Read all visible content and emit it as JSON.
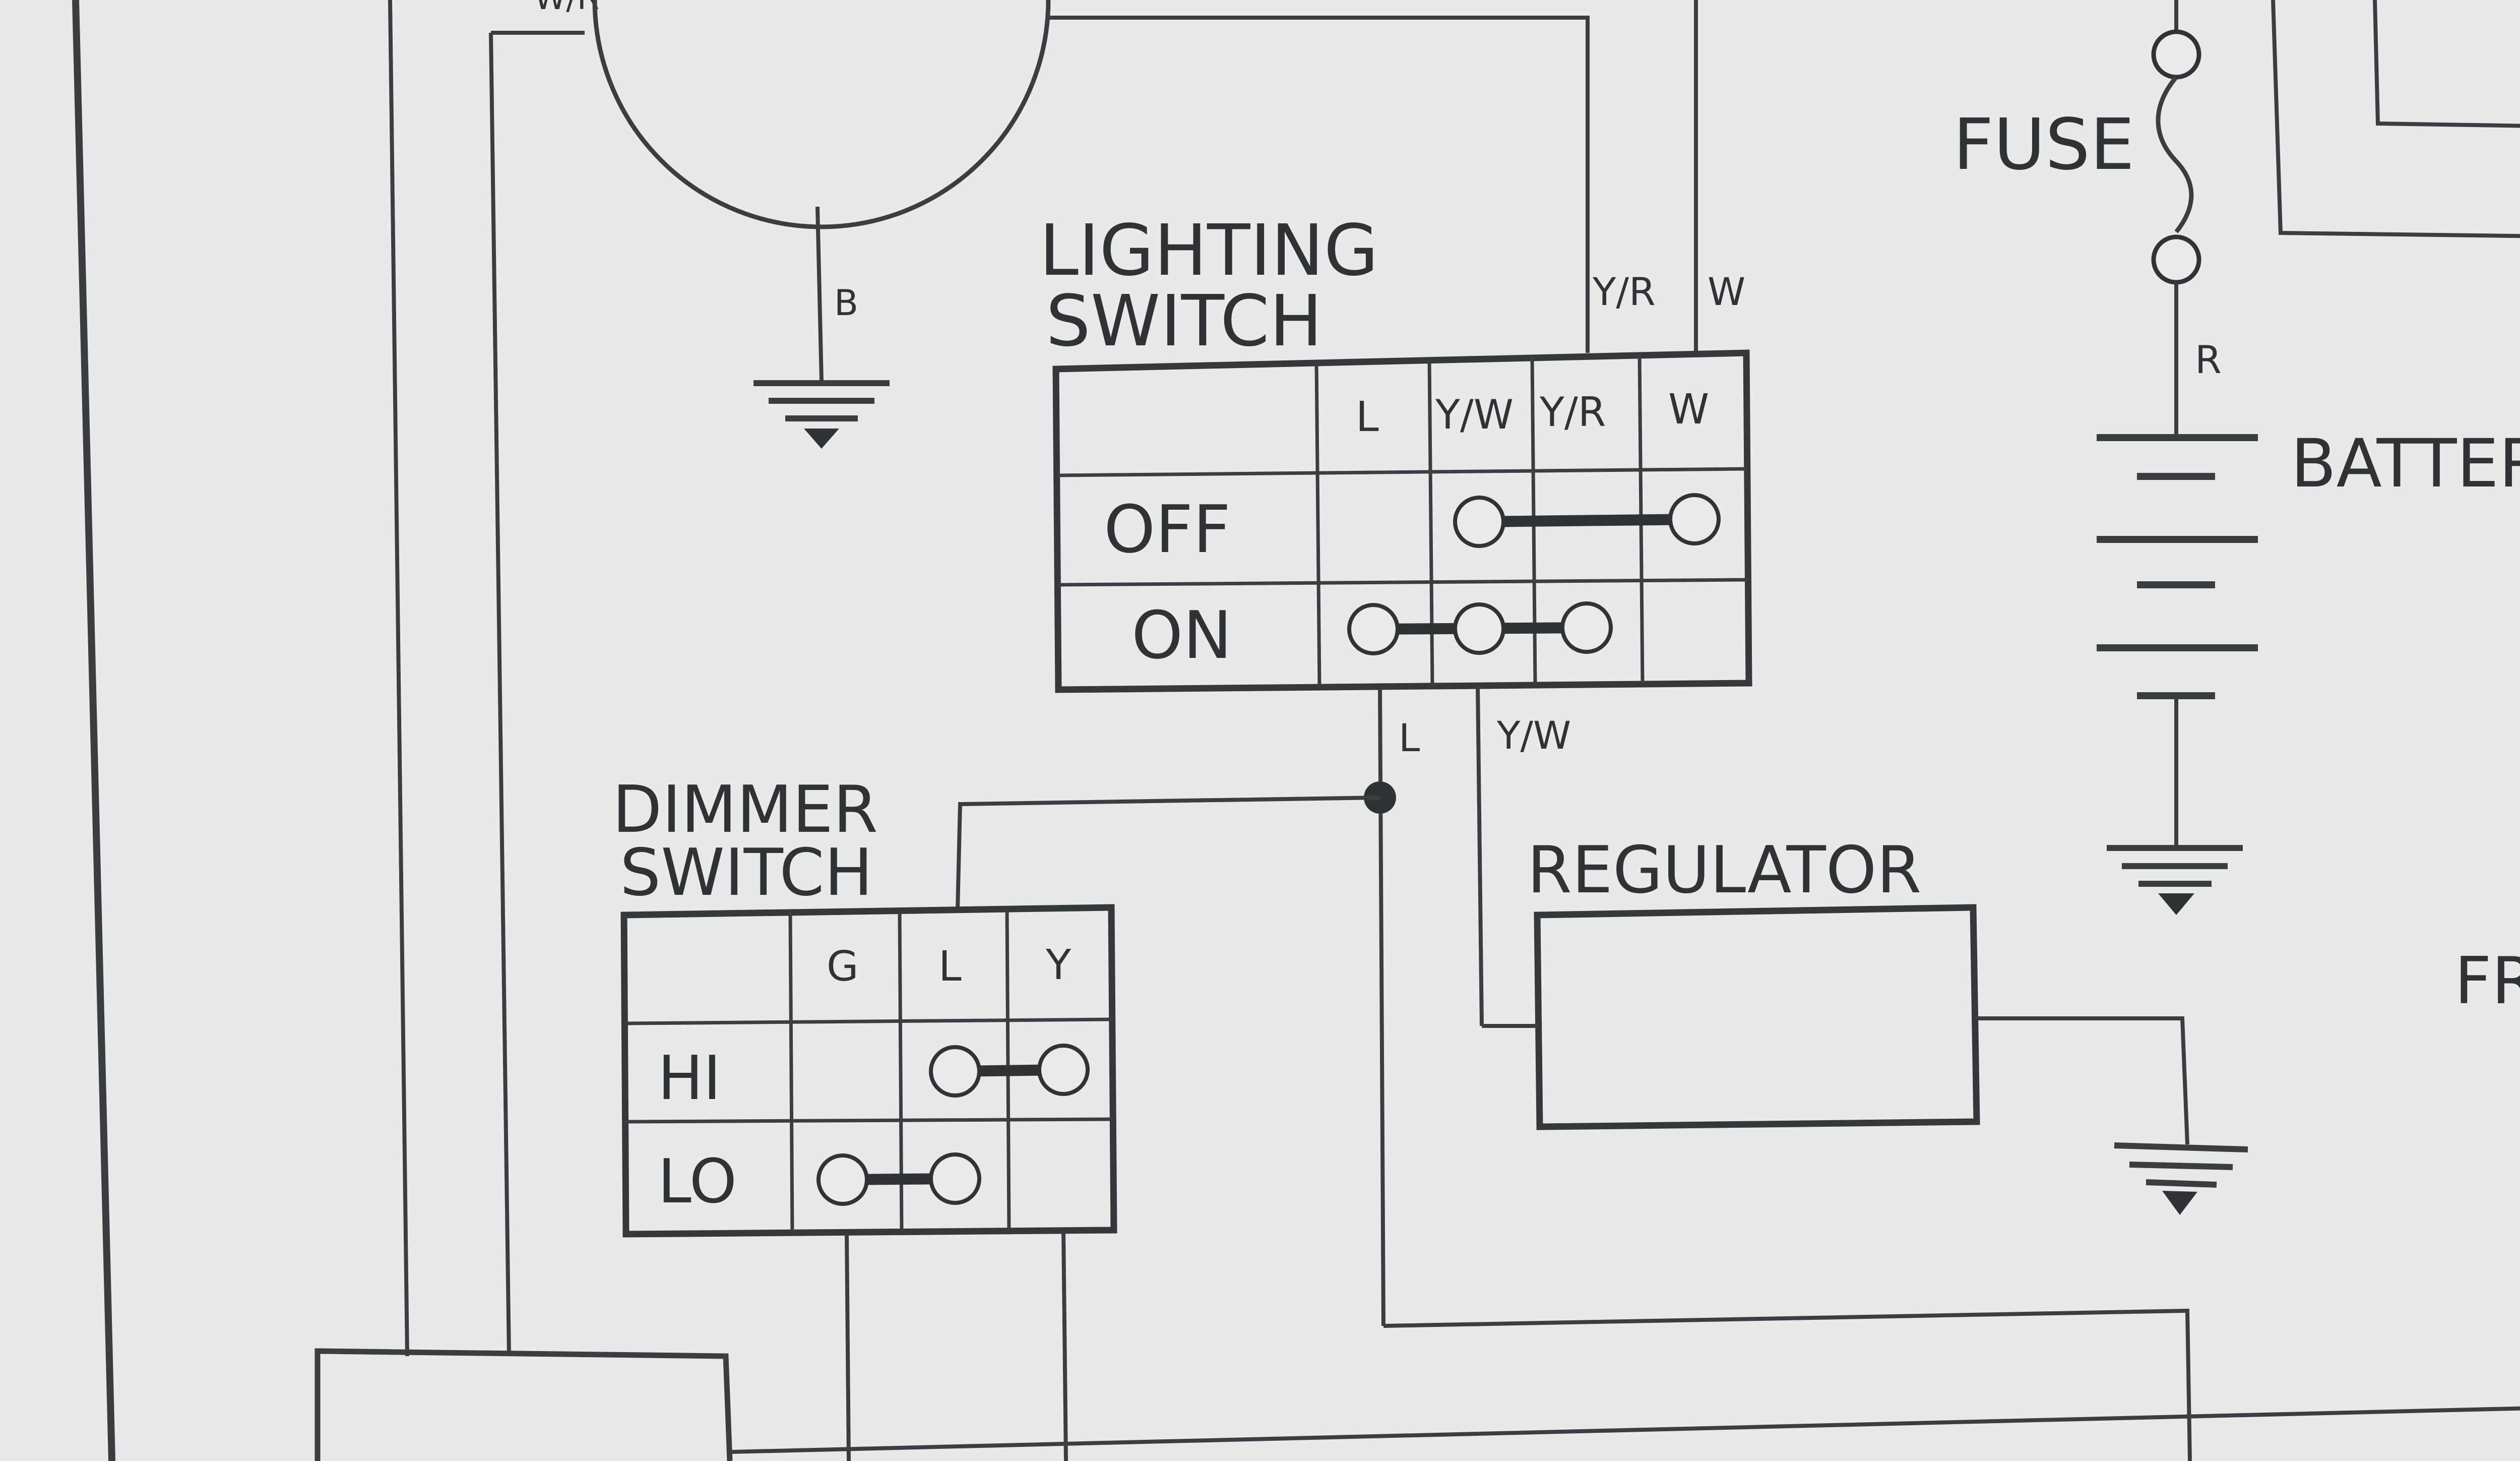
{
  "fuse_label": "FUSE",
  "battery_label": "BATTERY",
  "regulator_label": "REGULATOR",
  "front_label": "FRON",
  "top_left_wire_label": "W/R",
  "lighting_switch": {
    "title_line1": "LIGHTING",
    "title_line2": "SWITCH",
    "columns": [
      "L",
      "Y/W",
      "Y/R",
      "W"
    ],
    "rows": [
      "OFF",
      "ON"
    ]
  },
  "dimmer_switch": {
    "title_line1": "DIMMER",
    "title_line2": "SWITCH",
    "columns": [
      "G",
      "L",
      "Y"
    ],
    "rows": [
      "HI",
      "LO"
    ]
  },
  "wire_labels": {
    "ground_b": "B",
    "lighting_in_yr": "Y/R",
    "lighting_in_w": "W",
    "battery_r": "R",
    "lighting_out_l": "L",
    "lighting_out_yw": "Y/W"
  }
}
